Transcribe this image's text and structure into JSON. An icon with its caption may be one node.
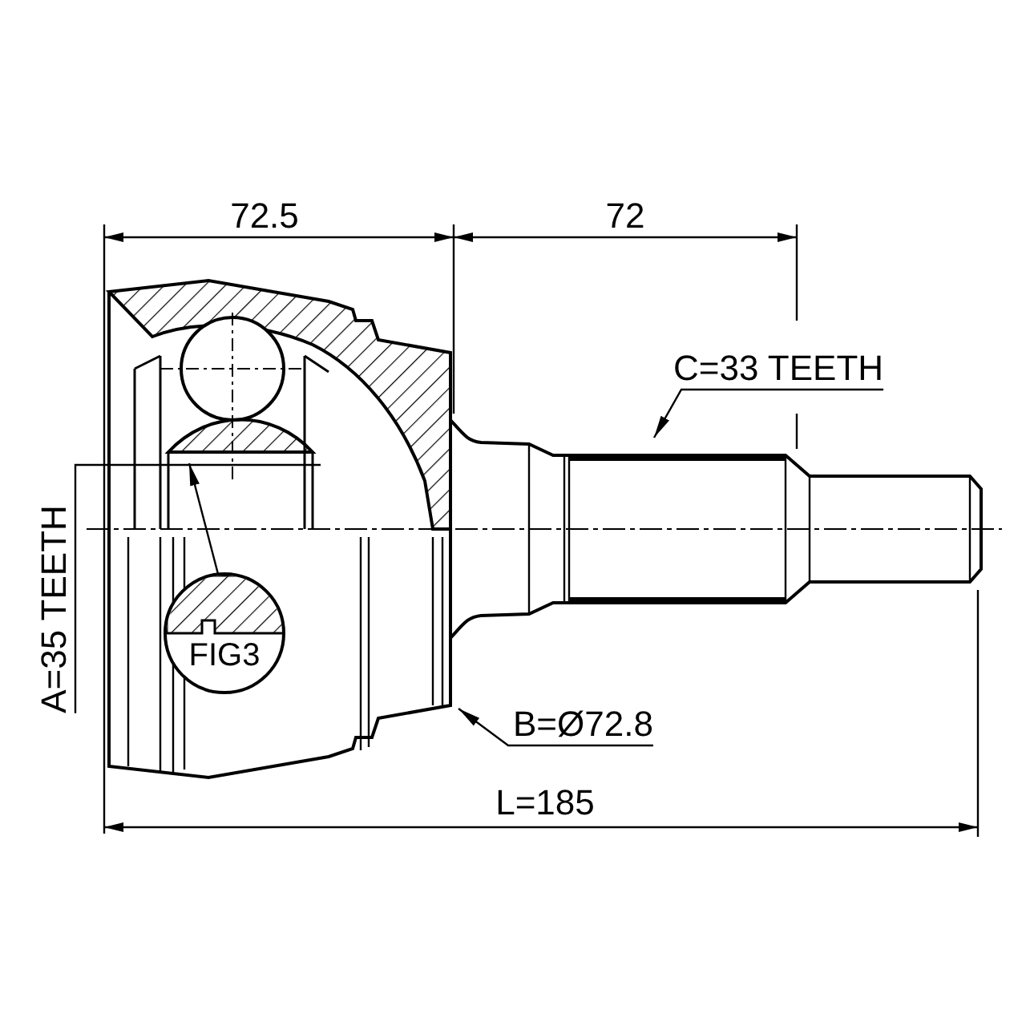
{
  "diagram": {
    "nodes": [
      {
        "text": [
          "C=33 TEETH"
        ]
      },
      {
        "text": [
          "A=35 TEETH"
        ]
      },
      {
        "text": [
          "FIG3"
        ]
      },
      {
        "text": [
          "B=Ø72.8"
        ]
      }
    ],
    "edges": [
      {
        "from": 0,
        "to": null,
        "arrow": "to"
      },
      {
        "from": 1,
        "to": null,
        "arrow": "none"
      },
      {
        "from": 2,
        "to": null,
        "arrow": "to"
      },
      {
        "from": 3,
        "to": null,
        "arrow": "to"
      }
    ],
    "labels": [
      "72.5",
      "72",
      "L=185"
    ]
  }
}
